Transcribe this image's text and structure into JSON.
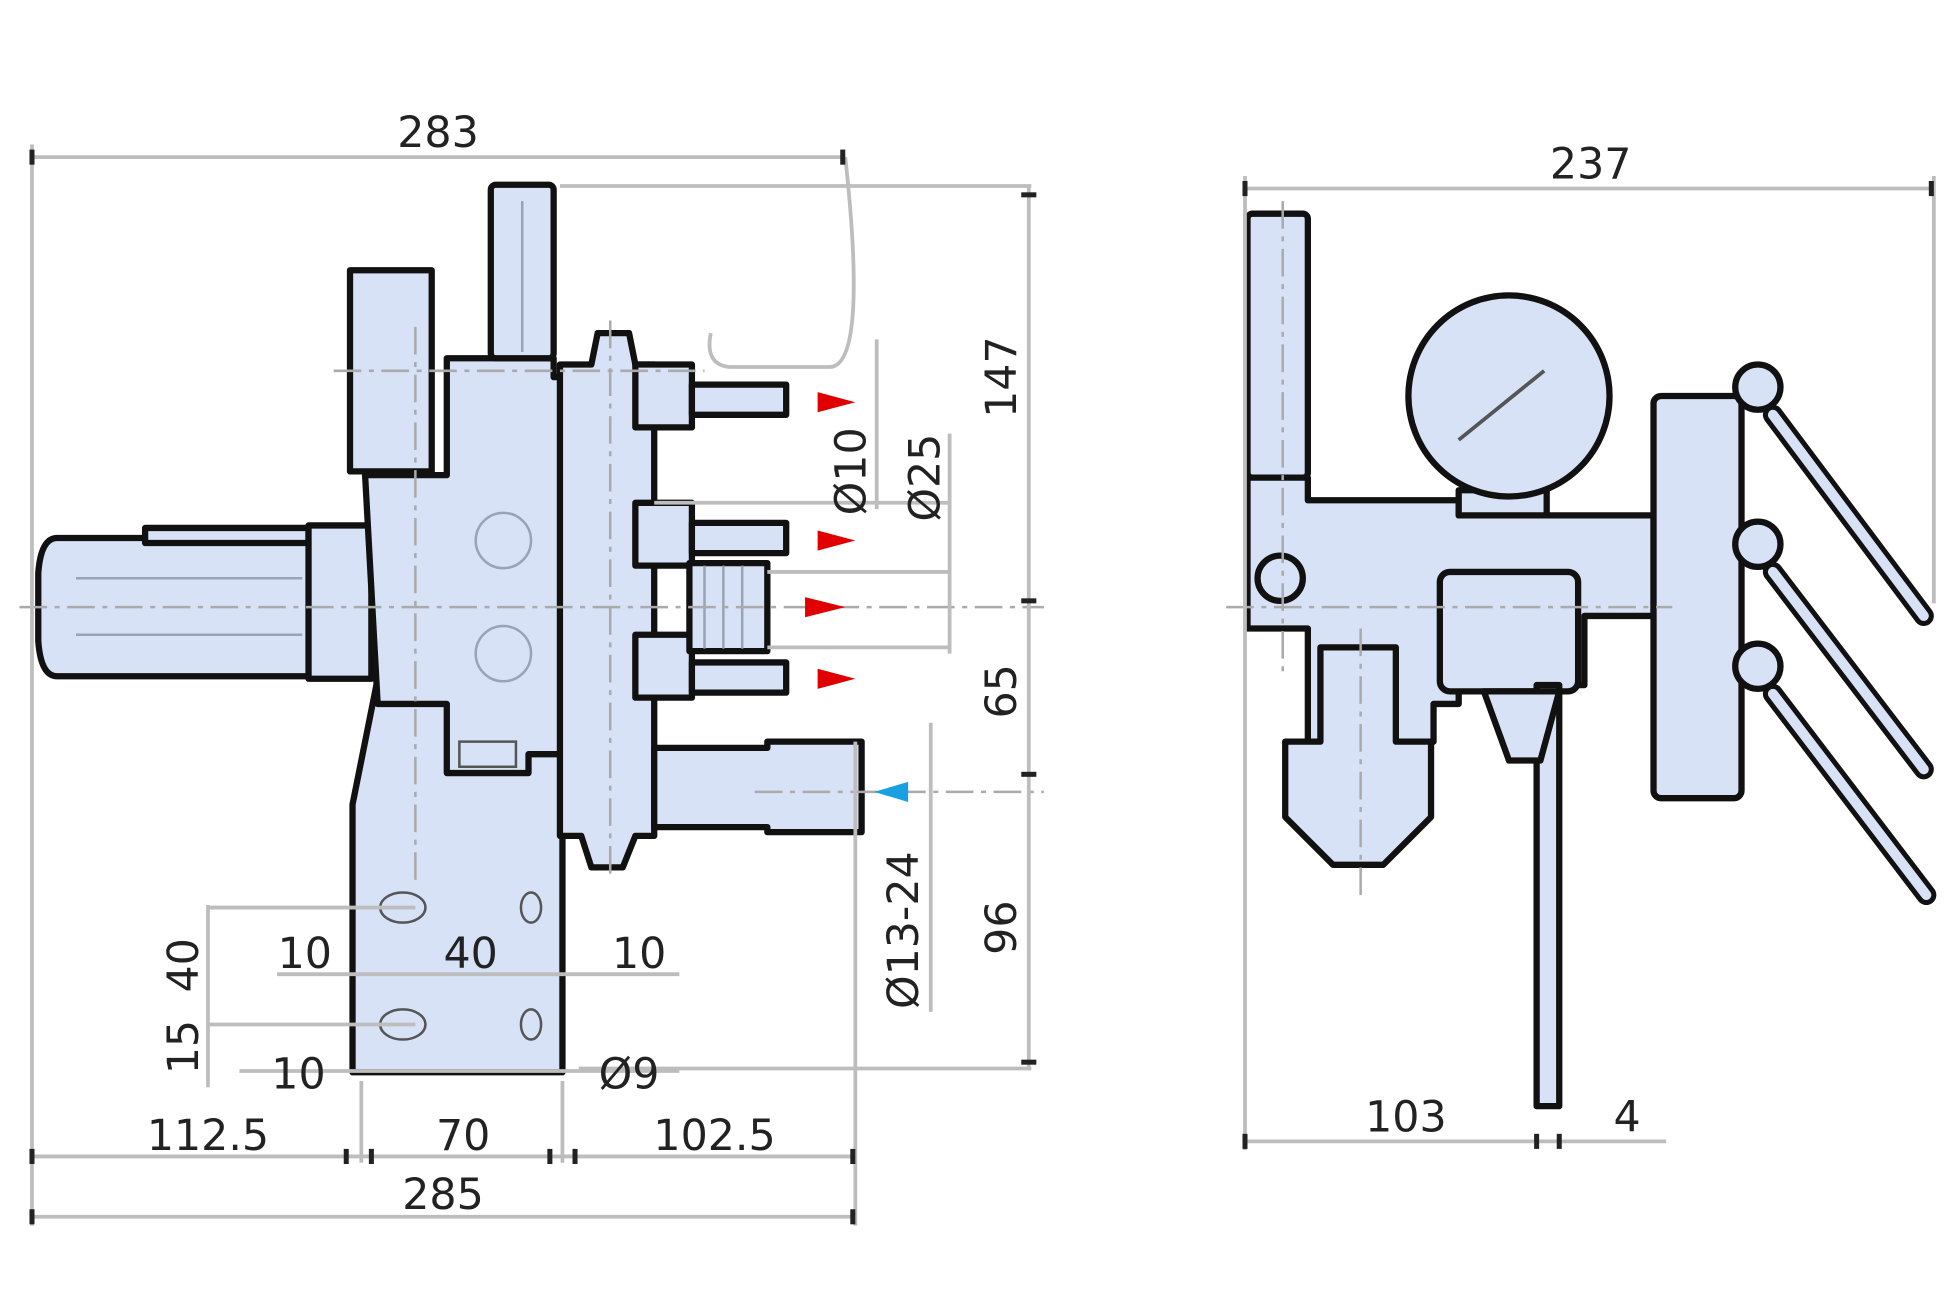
{
  "front_view": {
    "dimensions": {
      "overall_top_width": "283",
      "overall_bottom_width": "285",
      "left_offset": "112.5",
      "bracket_width": "70",
      "right_offset": "102.5",
      "height_upper": "147",
      "height_middle": "65",
      "height_lower": "96",
      "outlet_diameter": "Ø10",
      "outlet_pitch_diameter": "Ø25",
      "inlet_diameter": "Ø13-24",
      "hole_vertical_spacing": "40",
      "hole_bottom_offset": "15",
      "hole_left_edge": "10",
      "hole_spacing": "40",
      "hole_right_edge": "10",
      "bottom_edge": "10",
      "hole_diameter": "Ø9"
    },
    "arrow_colors": {
      "outlet": "#e00000",
      "inlet": "#1aa0e0"
    }
  },
  "side_view": {
    "dimensions": {
      "overall_width": "237",
      "rod_offset": "103",
      "rod_diameter": "4"
    }
  },
  "colors": {
    "part_fill": "#d8e2f6",
    "outline": "#111111",
    "dimension_line": "#bdbdbd"
  }
}
